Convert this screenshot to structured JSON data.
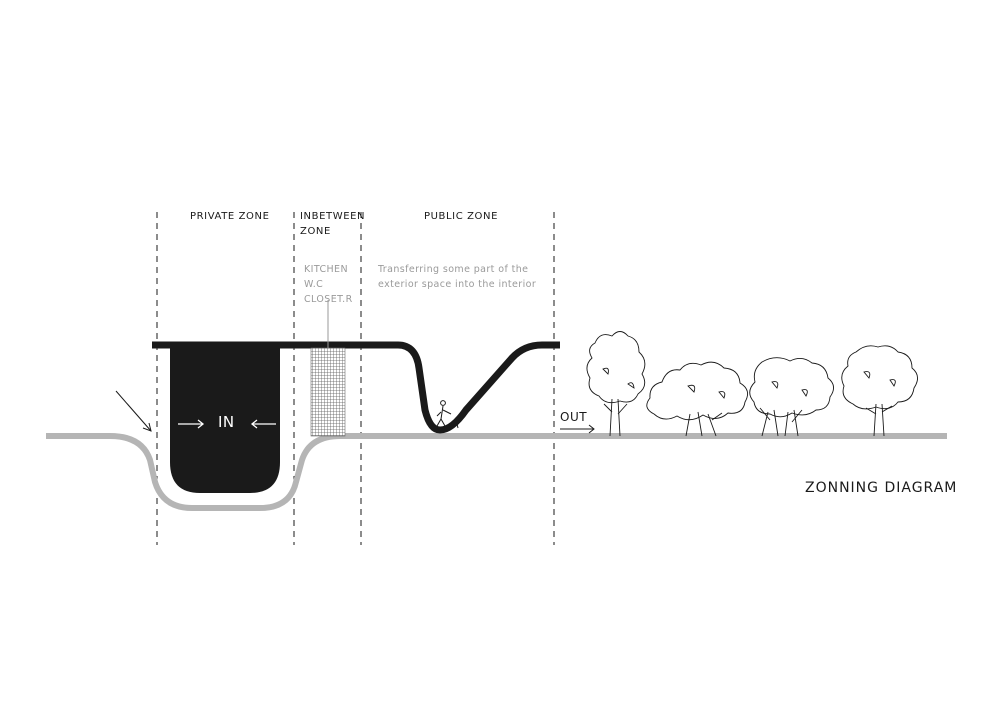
{
  "diagram": {
    "title": "ZONNING DIAGRAM",
    "zones": {
      "private": "PRIVATE ZONE",
      "inbetween_line1": "INBETWEEN",
      "inbetween_line2": "ZONE",
      "public": "PUBLIC ZONE"
    },
    "inbetween_rooms": [
      "KITCHEN",
      "W.C",
      "CLOSET.R"
    ],
    "public_note_line1": "Transferring some part of the",
    "public_note_line2": "exterior space into the interior",
    "in_label": "IN",
    "out_label": "OUT",
    "colors": {
      "ground": "#b5b5b5",
      "mass": "#1a1a1a",
      "line": "#1a1a1a",
      "note": "#9a9a9a",
      "background": "#ffffff"
    }
  }
}
